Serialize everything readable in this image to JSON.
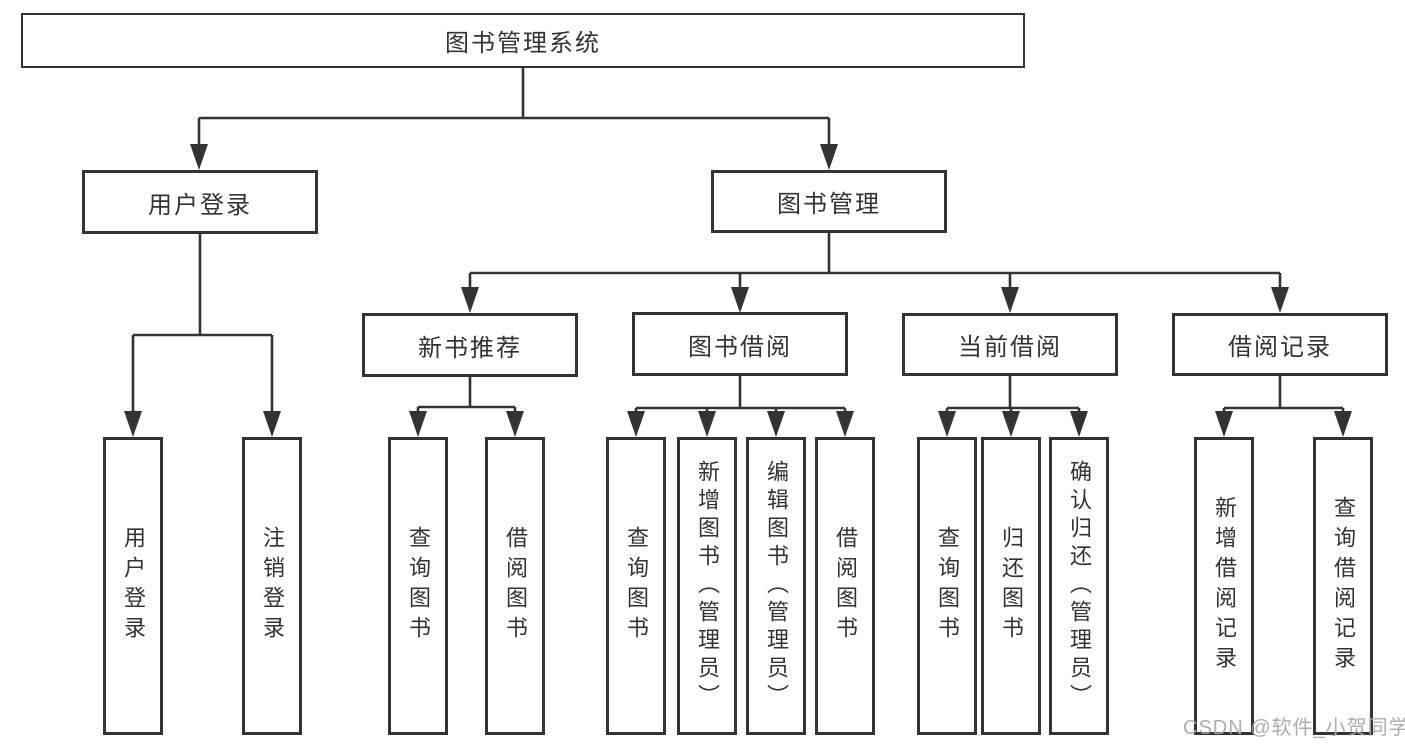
{
  "colors": {
    "line": "#333333",
    "border": "#333333",
    "text": "#333333",
    "watermark": "#aaaaaa",
    "background": "#ffffff"
  },
  "watermark": {
    "text": "CSDN @软件_小贺同学"
  },
  "tree": {
    "root": "图书管理系统",
    "branches": [
      {
        "label": "用户登录",
        "children": [
          "用户登录",
          "注销登录"
        ]
      },
      {
        "label": "图书管理",
        "sections": [
          {
            "label": "新书推荐",
            "children": [
              "查询图书",
              "借阅图书"
            ]
          },
          {
            "label": "图书借阅",
            "children": [
              "查询图书",
              "新增图书（管理员）",
              "编辑图书（管理员）",
              "借阅图书"
            ]
          },
          {
            "label": "当前借阅",
            "children": [
              "查询图书",
              "归还图书",
              "确认归还（管理员）"
            ]
          },
          {
            "label": "借阅记录",
            "children": [
              "新增借阅记录",
              "查询借阅记录"
            ]
          }
        ]
      }
    ]
  }
}
